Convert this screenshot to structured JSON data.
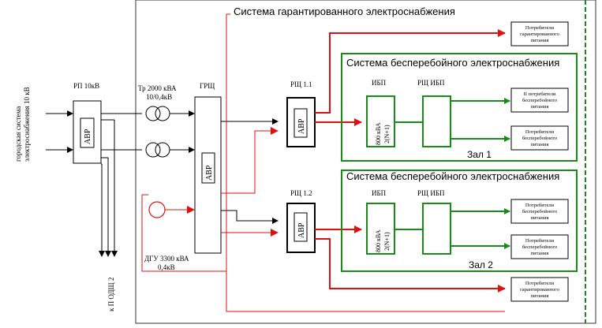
{
  "diagram": {
    "city_network_label_line1": "городская система",
    "city_network_label_line2": "электроснабжения 10 кВ",
    "rp_label": "РП 10кВ",
    "rp_avr": "АВР",
    "tr_label_line1": "Тр 2000 кВА",
    "tr_label_line2": "10/0,4кВ",
    "grsch_label": "ГРЩ",
    "grsch_avr": "АВР",
    "dgu_label_line1": "ДГУ 3300 кВА",
    "dgu_label_line2": "0,4кВ",
    "to_odsch2": "к П ОДЩ 2",
    "guaranteed_system_title": "Система гарантированного электроснабжения",
    "rsch11_label": "РЩ 1.1",
    "rsch12_label": "РЩ 1.2",
    "rsch_avr": "АВР",
    "ups_system_title": "Система бесперебойного электроснабжения",
    "ibp_label": "ИБП",
    "rsch_ibp_label": "РЩ ИБП",
    "ups_box_line1": "800 кВА",
    "ups_box_line2": "2(N+1)",
    "hall1_label": "Зал 1",
    "hall2_label": "Зал 2",
    "consumer_guaranteed_line1": "Потребители",
    "consumer_guaranteed_line2": "гарантированного",
    "consumer_guaranteed_line3": "питания",
    "consumer_ups_line1": "Потребители",
    "consumer_ups_line2": "бесперебойного",
    "consumer_ups_line3": "питания",
    "consumer_ups_first_line1": "II потребители"
  },
  "colors": {
    "line": "#000000",
    "red": "#e01010",
    "green": "#1a8a1a",
    "frame": "#333333"
  }
}
